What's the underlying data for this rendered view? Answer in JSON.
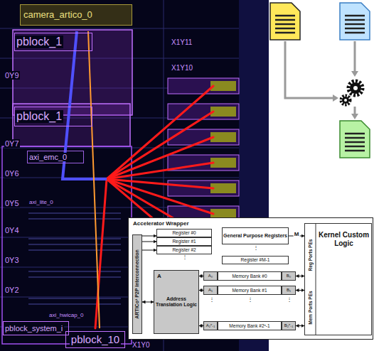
{
  "diagram": {
    "nodes": [
      {
        "text": [
          "camera_artico_0"
        ]
      },
      {
        "text": [
          "pblock_1"
        ]
      },
      {
        "text": [
          "pblock_1"
        ]
      },
      {
        "text": [
          "axi_emc_0"
        ]
      },
      {
        "text": [
          "pblock_system_i"
        ]
      },
      {
        "text": [
          "pblock_10"
        ]
      },
      {
        "text": [
          "Accelerator Wrapper"
        ]
      },
      {
        "text": [
          "ARTICo³ P2P Interconnection"
        ],
        "in": 6
      },
      {
        "text": [
          "Register #0"
        ],
        "in": 6
      },
      {
        "text": [
          "Register #1"
        ],
        "in": 6
      },
      {
        "text": [
          "Register #2"
        ],
        "in": 6
      },
      {
        "text": [
          "General Purpose Registers"
        ],
        "in": 6
      },
      {
        "text": [
          "Register #M-1"
        ],
        "in": 6
      },
      {
        "text": [
          "A",
          "Address Translation Logic"
        ],
        "in": 6
      },
      {
        "text": [
          "A₀"
        ],
        "in": 6
      },
      {
        "text": [
          "Memory Bank #0"
        ],
        "in": 6
      },
      {
        "text": [
          "B₀"
        ],
        "in": 6
      },
      {
        "text": [
          "A₁"
        ],
        "in": 6
      },
      {
        "text": [
          "Memory Bank #1"
        ],
        "in": 6
      },
      {
        "text": [
          "B₁"
        ],
        "in": 6
      },
      {
        "text": [
          "A₂ⁿ₋₁"
        ],
        "in": 6
      },
      {
        "text": [
          "Memory Bank #2ⁿ-1"
        ],
        "in": 6
      },
      {
        "text": [
          "B₂ⁿ₋₁"
        ],
        "in": 6
      },
      {
        "text": [
          "Reg Ports PEs",
          "Mem Ports PEs",
          "Kernel Custom Logic"
        ],
        "in": 6
      }
    ],
    "edges": [
      {
        "from": 7,
        "to": 8,
        "arrow": "to"
      },
      {
        "from": 7,
        "to": 9,
        "arrow": "to"
      },
      {
        "from": 7,
        "to": 10,
        "arrow": "to"
      },
      {
        "from": 11,
        "to": 23,
        "label": "M",
        "arrow": "to"
      },
      {
        "from": 7,
        "to": 13,
        "arrow": "both"
      },
      {
        "from": 13,
        "to": 14,
        "arrow": "both"
      },
      {
        "from": 13,
        "to": 17,
        "arrow": "both"
      },
      {
        "from": 13,
        "to": 20,
        "arrow": "both"
      },
      {
        "from": 16,
        "to": 23,
        "arrow": "both"
      },
      {
        "from": 19,
        "to": 23,
        "arrow": "both"
      },
      {
        "from": 22,
        "to": 23,
        "arrow": "both"
      }
    ],
    "labels": [
      "X1Y11",
      "X1Y10",
      "0Y9",
      "0Y7",
      "0Y6",
      "0Y5",
      "axi_lite_0",
      "0Y4",
      "0Y3",
      "0Y2",
      "axi_hwicap_0",
      "X1Y0",
      "⋮",
      "⋮",
      "⋮",
      "⋮",
      "⋮"
    ]
  }
}
